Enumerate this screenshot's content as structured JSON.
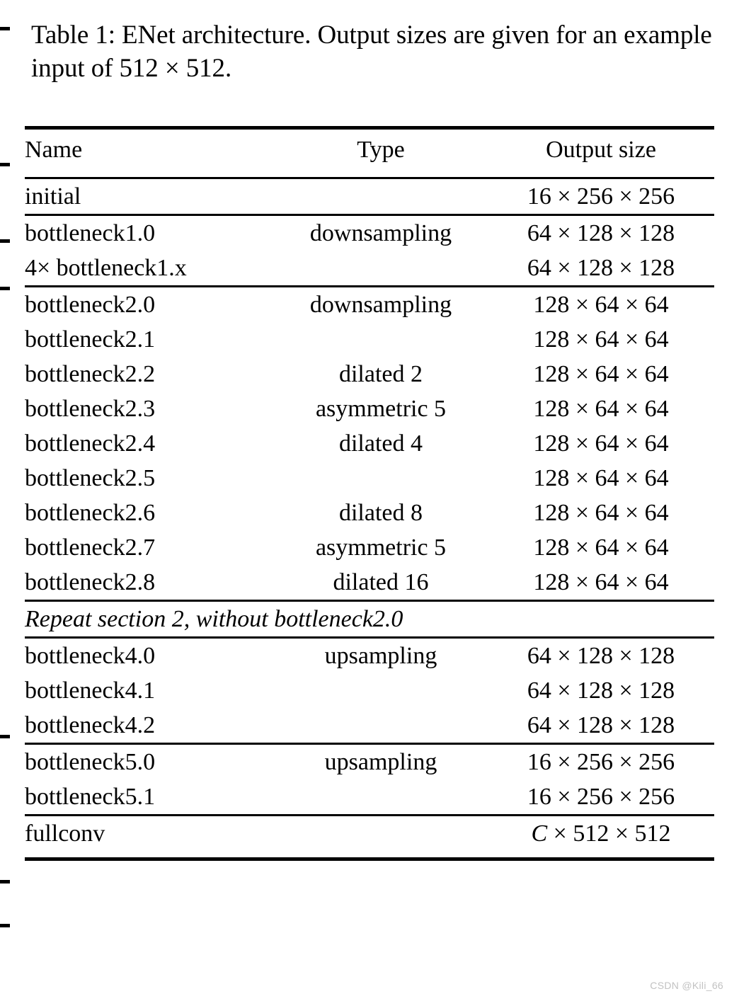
{
  "caption": {
    "text": "Table 1: ENet architecture. Output sizes are given for an example input of 512 × 512."
  },
  "table": {
    "headers": {
      "name": "Name",
      "type": "Type",
      "output": "Output size"
    },
    "sections": [
      {
        "id": "initial",
        "rows": [
          {
            "name": "initial",
            "type": "",
            "output": "16 × 256 × 256"
          }
        ]
      },
      {
        "id": "stage1",
        "rows": [
          {
            "name": "bottleneck1.0",
            "type": "downsampling",
            "output": "64 × 128 × 128"
          },
          {
            "name": "4× bottleneck1.x",
            "type": "",
            "output": "64 × 128 × 128"
          }
        ]
      },
      {
        "id": "stage2",
        "rows": [
          {
            "name": "bottleneck2.0",
            "type": "downsampling",
            "output": "128 × 64 × 64"
          },
          {
            "name": "bottleneck2.1",
            "type": "",
            "output": "128 × 64 × 64"
          },
          {
            "name": "bottleneck2.2",
            "type": "dilated 2",
            "output": "128 × 64 × 64"
          },
          {
            "name": "bottleneck2.3",
            "type": "asymmetric 5",
            "output": "128 × 64 × 64"
          },
          {
            "name": "bottleneck2.4",
            "type": "dilated 4",
            "output": "128 × 64 × 64"
          },
          {
            "name": "bottleneck2.5",
            "type": "",
            "output": "128 × 64 × 64"
          },
          {
            "name": "bottleneck2.6",
            "type": "dilated 8",
            "output": "128 × 64 × 64"
          },
          {
            "name": "bottleneck2.7",
            "type": "asymmetric 5",
            "output": "128 × 64 × 64"
          },
          {
            "name": "bottleneck2.8",
            "type": "dilated 16",
            "output": "128 × 64 × 64"
          }
        ]
      },
      {
        "id": "stage3-note",
        "note": "Repeat section 2, without bottleneck2.0"
      },
      {
        "id": "stage4",
        "rows": [
          {
            "name": "bottleneck4.0",
            "type": "upsampling",
            "output": "64 × 128 × 128"
          },
          {
            "name": "bottleneck4.1",
            "type": "",
            "output": "64 × 128 × 128"
          },
          {
            "name": "bottleneck4.2",
            "type": "",
            "output": "64 × 128 × 128"
          }
        ]
      },
      {
        "id": "stage5",
        "rows": [
          {
            "name": "bottleneck5.0",
            "type": "upsampling",
            "output": "16 × 256 × 256"
          },
          {
            "name": "bottleneck5.1",
            "type": "",
            "output": "16 × 256 × 256"
          }
        ]
      },
      {
        "id": "fullconv",
        "rows": [
          {
            "name": "fullconv",
            "type": "",
            "output_prefix": "C",
            "output_suffix": " × 512 × 512"
          }
        ]
      }
    ]
  },
  "watermark": {
    "text": "CSDN @Kili_66"
  },
  "edge_marks": {
    "positions": [
      38,
      230,
      338,
      405,
      1038,
      1243,
      1305
    ]
  },
  "colors": {
    "text": "#000000",
    "background": "#ffffff",
    "watermark": "#c2c2c2",
    "rule": "#000000"
  }
}
